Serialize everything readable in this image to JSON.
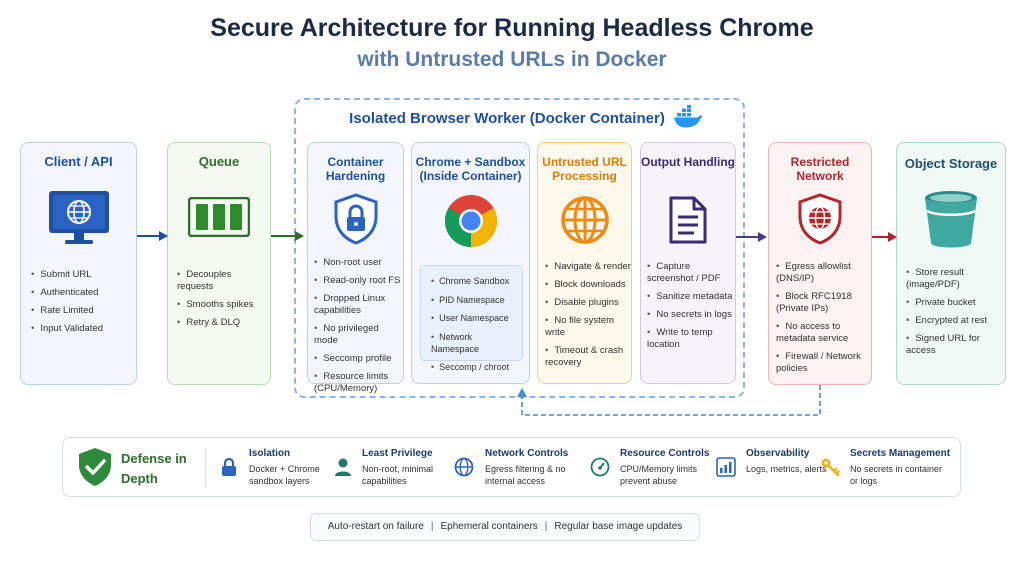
{
  "title": "Secure Architecture for Running Headless Chrome",
  "subtitle": "with Untrusted URLs in Docker",
  "worker_title": "Isolated Browser Worker (Docker Container)",
  "client": {
    "title": "Client / API",
    "items": [
      "Submit URL",
      "Authenticated",
      "Rate Limited",
      "Input Validated"
    ]
  },
  "queue": {
    "title": "Queue",
    "items": [
      "Decouples requests",
      "Smooths spikes",
      "Retry & DLQ"
    ]
  },
  "hardening": {
    "title_line1": "Container",
    "title_line2": "Hardening",
    "items": [
      "Non-root user",
      "Read-only root FS",
      "Dropped Linux capabilities",
      "No privileged mode",
      "Seccomp profile",
      "Resource limits (CPU/Memory)"
    ]
  },
  "chrome": {
    "title_line1": "Chrome + Sandbox",
    "title_line2": "(Inside Container)",
    "items": [
      "Chrome Sandbox",
      "PID Namespace",
      "User Namespace",
      "Network Namespace",
      "Seccomp / chroot"
    ]
  },
  "untrusted": {
    "title_line1": "Untrusted URL",
    "title_line2": "Processing",
    "items": [
      "Navigate & render",
      "Block downloads",
      "Disable plugins",
      "No file system write",
      "Timeout & crash recovery"
    ]
  },
  "output": {
    "title": "Output Handling",
    "items": [
      "Capture screenshot / PDF",
      "Sanitize metadata",
      "No secrets in logs",
      "Write to temp location"
    ]
  },
  "network": {
    "title_line1": "Restricted",
    "title_line2": "Network",
    "items": [
      "Egress allowlist (DNS/IP)",
      "Block RFC1918 (Private IPs)",
      "No access to metadata service",
      "Firewall / Network policies"
    ]
  },
  "storage": {
    "title": "Object Storage",
    "items": [
      "Store result (image/PDF)",
      "Private bucket",
      "Encrypted at rest",
      "Signed URL for access"
    ]
  },
  "defense": {
    "title_line1": "Defense in",
    "title_line2": "Depth",
    "items": [
      {
        "title": "Isolation",
        "desc": "Docker + Chrome sandbox layers",
        "icon": "lock-icon"
      },
      {
        "title": "Least Privilege",
        "desc": "Non-root, minimal capabilities",
        "icon": "user-icon"
      },
      {
        "title": "Network Controls",
        "desc": "Egress filtering & no internal access",
        "icon": "globe-icon"
      },
      {
        "title": "Resource Controls",
        "desc": "CPU/Memory limits prevent abuse",
        "icon": "gauge-icon"
      },
      {
        "title": "Observability",
        "desc": "Logs, metrics, alerts",
        "icon": "chart-icon"
      },
      {
        "title": "Secrets Management",
        "desc": "No secrets in container or logs",
        "icon": "key-icon"
      }
    ]
  },
  "footer": {
    "items": [
      "Auto-restart on failure",
      "Ephemeral containers",
      "Regular base image updates"
    ]
  },
  "colors": {
    "blue": "#1e4fa0",
    "green": "#2e6e2a",
    "orange": "#e07b0a",
    "purple": "#3b2a78",
    "red": "#b3262a",
    "teal": "#1f4f68"
  }
}
